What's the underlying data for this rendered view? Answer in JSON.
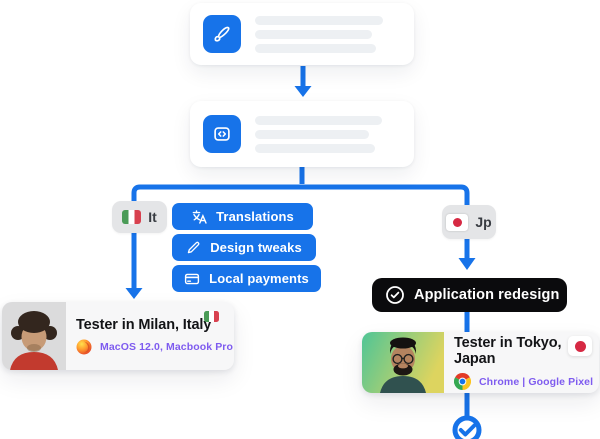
{
  "colors": {
    "accent_blue": "#1773e9",
    "device_purple": "#7e5bef",
    "pill_black": "#0b0b0d",
    "badge_gray": "#e4e5e7",
    "italy_green": "#4a9b57",
    "italy_red": "#d8414f",
    "japan_red": "#d62943"
  },
  "flow": {
    "step1": {
      "icon": "brush-icon",
      "placeholder_lines": 3
    },
    "step2": {
      "icon": "code-icon",
      "placeholder_lines": 3
    }
  },
  "branches": {
    "italy": {
      "badge_label": "It",
      "flag": "italy-flag",
      "tasks": [
        {
          "icon": "translate-icon",
          "label": "Translations"
        },
        {
          "icon": "pen-icon",
          "label": "Design tweaks"
        },
        {
          "icon": "credit-card-icon",
          "label": "Local payments"
        }
      ],
      "tester": {
        "title": "Tester in Milan, Italy",
        "subtitle": "MacOS 12.0, Macbook Pro",
        "browser_icon": "firefox-icon",
        "flag": "italy-flag"
      }
    },
    "japan": {
      "badge_label": "Jp",
      "flag": "japan-flag",
      "task": {
        "icon": "check-circle-icon",
        "label": "Application redesign"
      },
      "tester": {
        "title": "Tester in Tokyo, Japan",
        "subtitle": "Chrome | Google Pixel",
        "browser_icon": "chrome-icon",
        "flag": "japan-flag"
      }
    }
  }
}
